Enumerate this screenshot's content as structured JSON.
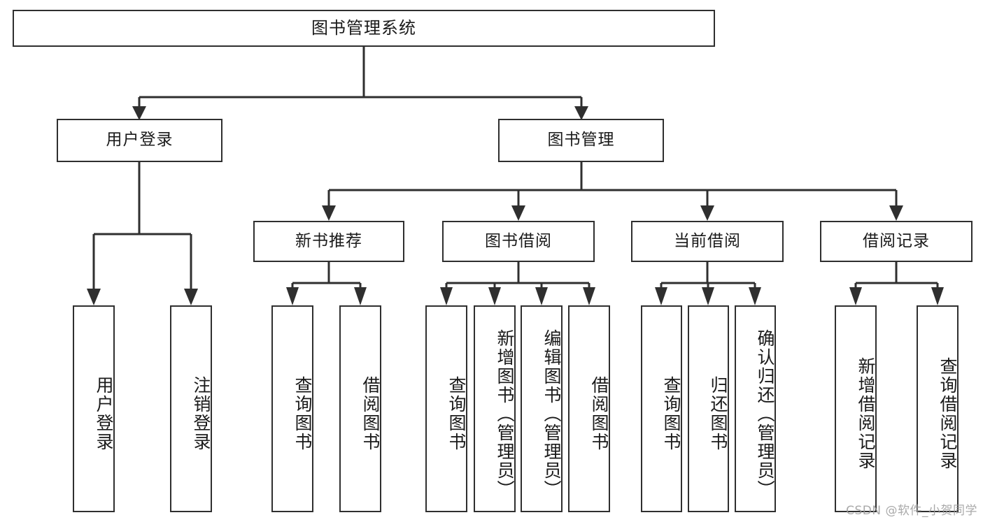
{
  "diagram": {
    "type": "tree-hierarchy",
    "title": "图书管理系统",
    "root": {
      "label": "图书管理系统"
    },
    "level2": [
      {
        "id": "user-login",
        "label": "用户登录"
      },
      {
        "id": "book-manage",
        "label": "图书管理"
      }
    ],
    "level3": [
      {
        "id": "new-book-recommend",
        "label": "新书推荐"
      },
      {
        "id": "book-borrow",
        "label": "图书借阅"
      },
      {
        "id": "current-borrow",
        "label": "当前借阅"
      },
      {
        "id": "borrow-record",
        "label": "借阅记录"
      }
    ],
    "leaves": {
      "user_login": [
        {
          "id": "leaf-user-login",
          "label": "用户登录"
        },
        {
          "id": "leaf-logout-login",
          "label": "注销登录"
        }
      ],
      "new_book_recommend": [
        {
          "id": "leaf-query-book-1",
          "label": "查询图书"
        },
        {
          "id": "leaf-borrow-book-1",
          "label": "借阅图书"
        }
      ],
      "book_borrow": [
        {
          "id": "leaf-query-book-2",
          "label": "查询图书"
        },
        {
          "id": "leaf-add-book",
          "label": "新增图书（管理员）"
        },
        {
          "id": "leaf-edit-book",
          "label": "编辑图书（管理员）"
        },
        {
          "id": "leaf-borrow-book-2",
          "label": "借阅图书"
        }
      ],
      "current_borrow": [
        {
          "id": "leaf-query-book-3",
          "label": "查询图书"
        },
        {
          "id": "leaf-return-book",
          "label": "归还图书"
        },
        {
          "id": "leaf-confirm-return",
          "label": "确认归还（管理员）"
        }
      ],
      "borrow_record": [
        {
          "id": "leaf-add-record",
          "label": "新增借阅记录"
        },
        {
          "id": "leaf-query-record",
          "label": "查询借阅记录"
        }
      ]
    },
    "colors": {
      "stroke": "#2f2f2f",
      "fill": "#ffffff",
      "text": "#1a1a1a",
      "watermark": "#9b9b9b"
    }
  },
  "watermark": {
    "text": "CSDN @软件_小贺同学"
  }
}
